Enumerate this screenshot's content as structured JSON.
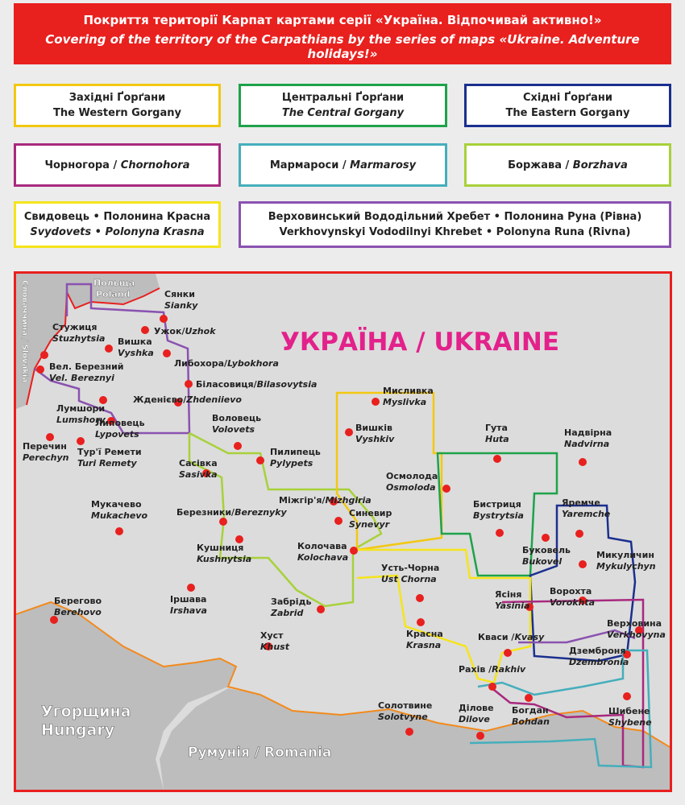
{
  "header": {
    "title_uk": "Покриття території Карпат картами серії «Україна. Відпочивай активно!»",
    "title_en": "Covering of the territory of the Carpathians by the series of maps «Ukraine. Adventure holidays!»"
  },
  "legend": [
    {
      "uk": "Західні Ґорґани",
      "en": "The Western Gorgany",
      "en_italic": false,
      "color": "#f2c811"
    },
    {
      "uk": "Центральні Ґорґани",
      "en": "The Central Gorgany",
      "en_italic": true,
      "color": "#1ea24a"
    },
    {
      "uk": "Східні Ґорґани",
      "en": "The Eastern Gorgany",
      "en_italic": false,
      "color": "#1b2f8f"
    },
    {
      "uk": "Чорногора",
      "en": "Chornohora",
      "color": "#a8297e"
    },
    {
      "uk": "Мармароси",
      "en": "Marmarosy",
      "color": "#45aebc"
    },
    {
      "uk": "Боржава",
      "en": "Borzhava",
      "color": "#a8d13a"
    },
    {
      "line1": "Свидовець • Полонина Красна",
      "line2": "Svydovets • Polonyna Krasna",
      "color": "#f5e41c"
    },
    {
      "line1": "Верховинський Вододільний Хребет • Полонина Руна (Рівна)",
      "line2": "Verkhovynskyi Vododilnyi Khrebet • Polonyna Runa (Rivna)",
      "color": "#8a52b0"
    }
  ],
  "map": {
    "title": "УКРАЇНА / UKRAINE",
    "title_color": "#e3218b",
    "country_hungary_uk": "Угорщина",
    "country_hungary_en": "Hungary",
    "country_romania": "Румунія / Romania",
    "country_poland_uk": "Польща",
    "country_poland_en": "Poland",
    "country_slovakia": "Словаччина / Slovakia",
    "places": [
      {
        "uk": "Сянки",
        "en": "Sianky"
      },
      {
        "uk": "Ужок/",
        "en": "Uzhok"
      },
      {
        "uk": "Стужиця",
        "en": "Stuzhytsia"
      },
      {
        "uk": "Вишка",
        "en": "Vyshka"
      },
      {
        "uk": "Либохора/",
        "en": "Lybokhora"
      },
      {
        "uk": "Вел. Березний",
        "en": "Vel. Bereznyi"
      },
      {
        "uk": "Біласовиця/",
        "en": "Bilasovytsia"
      },
      {
        "uk": "Жденієво/",
        "en": "Zhdeniievo"
      },
      {
        "uk": "Лумшори",
        "en": "Lumshory"
      },
      {
        "uk": "Липовець",
        "en": "Lypovets"
      },
      {
        "uk": "Перечин",
        "en": "Perechyn"
      },
      {
        "uk": "Тур'ї Ремети",
        "en": "Turi Remety"
      },
      {
        "uk": "Воловець",
        "en": "Volovets"
      },
      {
        "uk": "Пилипець",
        "en": "Pylypets"
      },
      {
        "uk": "Сасівка",
        "en": "Sasivka"
      },
      {
        "uk": "Мукачево",
        "en": "Mukachevo"
      },
      {
        "uk": "Міжгір'я/",
        "en": "Mizhgiria"
      },
      {
        "uk": "Березники/",
        "en": "Bereznyky"
      },
      {
        "uk": "Синевир",
        "en": "Synevyr"
      },
      {
        "uk": "Кушниця",
        "en": "Kushnytsia"
      },
      {
        "uk": "Колочава",
        "en": "Kolochava"
      },
      {
        "uk": "Іршава",
        "en": "Irshava"
      },
      {
        "uk": "Забрідь",
        "en": "Zabrid"
      },
      {
        "uk": "Берегово",
        "en": "Berehovo"
      },
      {
        "uk": "Хуст",
        "en": "Khust"
      },
      {
        "uk": "Мисливка",
        "en": "Myslivka"
      },
      {
        "uk": "Вишків",
        "en": "Vyshkiv"
      },
      {
        "uk": "Осмолода",
        "en": "Osmoloda"
      },
      {
        "uk": "Гута",
        "en": "Huta"
      },
      {
        "uk": "Надвірна",
        "en": "Nadvirna"
      },
      {
        "uk": "Бистриця",
        "en": "Bystrytsia"
      },
      {
        "uk": "Яремче",
        "en": "Yaremche"
      },
      {
        "uk": "Буковель",
        "en": "Bukovel"
      },
      {
        "uk": "Микуличин",
        "en": "Mykulychyn"
      },
      {
        "uk": "Усть-Чорна",
        "en": "Ust Chorna"
      },
      {
        "uk": "Ясіня",
        "en": "Yasinia"
      },
      {
        "uk": "Ворохта",
        "en": "Vorokhta"
      },
      {
        "uk": "Верховина",
        "en": "Verkhovyna"
      },
      {
        "uk": "Красна",
        "en": "Krasna"
      },
      {
        "uk": "Кваси /",
        "en": "Kvasy"
      },
      {
        "uk": "Дземброня",
        "en": "Dzembronia"
      },
      {
        "uk": "Рахів /",
        "en": "Rakhiv"
      },
      {
        "uk": "Солотвине",
        "en": "Solotvyne"
      },
      {
        "uk": "Ділове",
        "en": "Dilove"
      },
      {
        "uk": "Богдан",
        "en": "Bohdan"
      },
      {
        "uk": "Шибене",
        "en": "Shybene"
      }
    ]
  }
}
